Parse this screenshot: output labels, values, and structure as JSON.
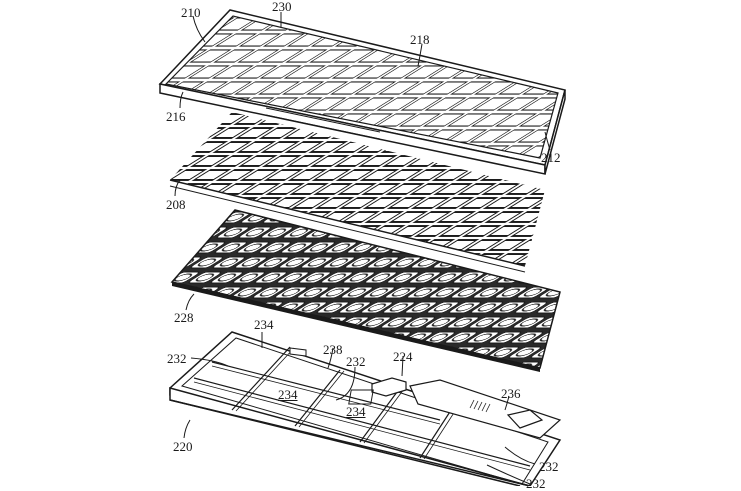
{
  "figure": {
    "type": "patent-exploded-view",
    "subject": "keyboard assembly",
    "layers": [
      {
        "id": "frame",
        "label": "210",
        "description": "keyboard web / frame"
      },
      {
        "id": "keycaps",
        "label": "208",
        "description": "keycaps"
      },
      {
        "id": "membrane",
        "label": "228",
        "description": "switch / dome layer"
      },
      {
        "id": "base",
        "label": "220",
        "description": "base housing"
      }
    ]
  },
  "labels": {
    "l210": "210",
    "l230": "230",
    "l218": "218",
    "l216": "216",
    "l212": "212",
    "l208": "208",
    "l228": "228",
    "l234a": "234",
    "l232a": "232",
    "l238": "238",
    "l232b": "232",
    "l224": "224",
    "l234b": "234",
    "l234c": "234",
    "l236": "236",
    "l220": "220",
    "l232c": "232",
    "l232d": "232"
  },
  "colors": {
    "line": "#1a1a1a",
    "background": "#ffffff"
  }
}
